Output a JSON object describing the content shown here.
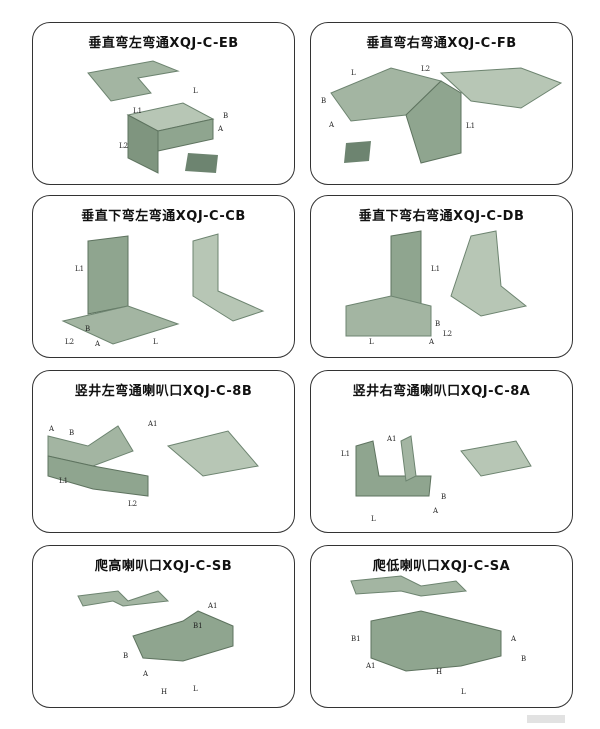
{
  "catalog": {
    "cards": [
      {
        "title": "垂直弯左弯通XQJ-C-EB",
        "dims": [
          "L",
          "L1",
          "L2",
          "B",
          "A"
        ]
      },
      {
        "title": "垂直弯右弯通XQJ-C-FB",
        "dims": [
          "L",
          "L2",
          "L1",
          "B",
          "A"
        ]
      },
      {
        "title": "垂直下弯左弯通XQJ-C-CB",
        "dims": [
          "L1",
          "L2",
          "B",
          "A",
          "L"
        ]
      },
      {
        "title": "垂直下弯右弯通XQJ-C-DB",
        "dims": [
          "L1",
          "B",
          "L2",
          "L",
          "A"
        ]
      },
      {
        "title": "竖井左弯通喇叭口XQJ-C-8B",
        "dims": [
          "A",
          "B",
          "A1",
          "L1",
          "L2"
        ]
      },
      {
        "title": "竖井右弯通喇叭口XQJ-C-8A",
        "dims": [
          "L1",
          "A1",
          "B",
          "A",
          "L"
        ]
      },
      {
        "title": "爬高喇叭口XQJ-C-SB",
        "dims": [
          "A1",
          "B1",
          "B",
          "A",
          "H",
          "L"
        ]
      },
      {
        "title": "爬低喇叭口XQJ-C-SA",
        "dims": [
          "B1",
          "A1",
          "A",
          "B",
          "H",
          "L"
        ]
      }
    ]
  },
  "colors": {
    "panel_fill": "#8fa58f",
    "panel_dark": "#6d8470",
    "panel_light": "#b7c6b5",
    "border": "#333333"
  }
}
